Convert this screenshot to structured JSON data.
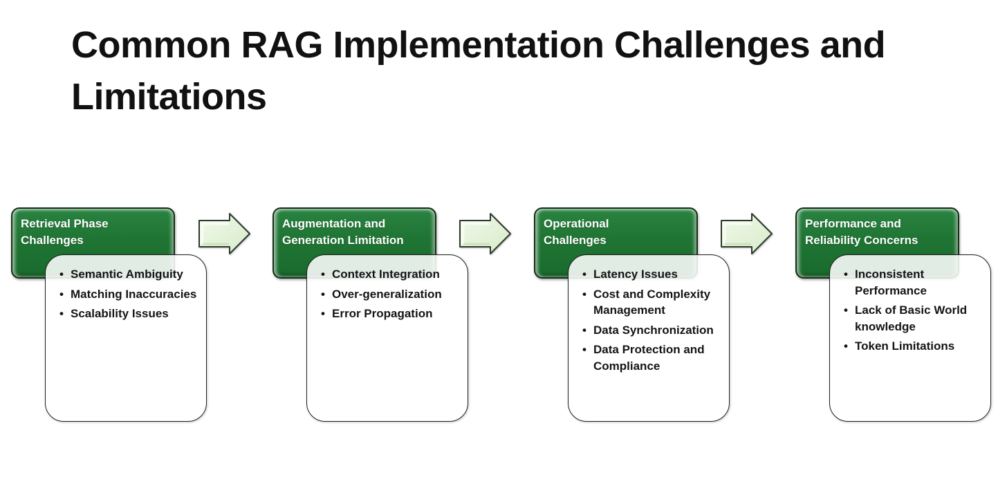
{
  "title": {
    "text": "Common RAG Implementation Challenges and Limitations"
  },
  "diagram": {
    "type": "horizontal-process",
    "groups": [
      {
        "header": "Retrieval Phase\nChallenges",
        "bullets": [
          "Semantic Ambiguity",
          "Matching Inaccuracies",
          "Scalability Issues"
        ]
      },
      {
        "header": "Augmentation and\nGeneration Limitation",
        "bullets": [
          "Context Integration",
          "Over-generalization",
          "Error Propagation"
        ]
      },
      {
        "header": "Operational\nChallenges",
        "bullets": [
          "Latency Issues",
          "Cost and Complexity Management",
          "Data Synchronization",
          "Data Protection and Compliance"
        ]
      },
      {
        "header": "Performance and\nReliability Concerns",
        "bullets": [
          "Inconsistent Performance",
          "Lack of Basic World knowledge",
          "Token Limitations"
        ]
      }
    ],
    "arrows": {
      "count": 3,
      "icon": "right-arrow-icon"
    }
  },
  "colors": {
    "background": "#ffffff",
    "title_text": "#111111",
    "header_fill": "#1f7433",
    "header_border": "#142f16",
    "header_text": "#ffffff",
    "body_fill": "rgba(255,255,255,0.87)",
    "body_border": "#1e1e1e",
    "body_text": "#141414",
    "arrow_fill_light": "#f1f9ea",
    "arrow_fill_dark": "#d8ebca",
    "arrow_border": "#2c3a2b"
  }
}
